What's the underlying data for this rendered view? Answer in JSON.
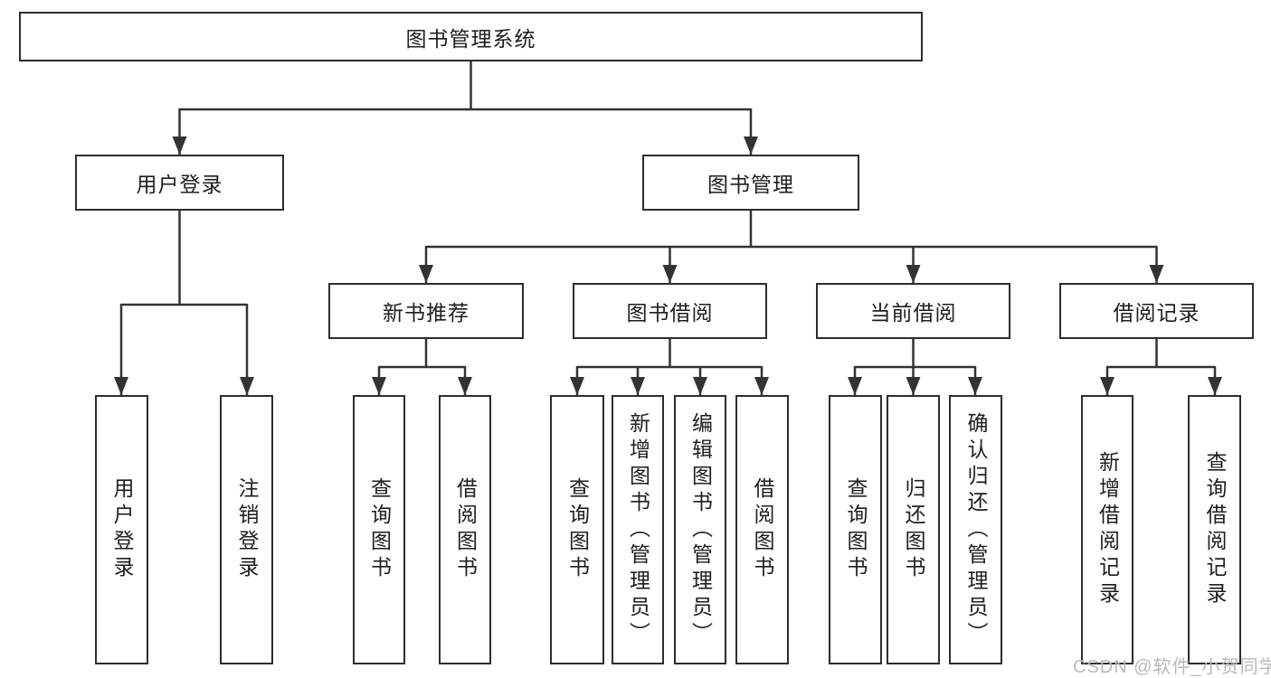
{
  "title": "图书管理系统",
  "watermark": "CSDN @软件_小贺同学",
  "colors": {
    "background": "#ffffff",
    "box_border": "#2d2d2d",
    "connector_line": "#333333",
    "text": "#1e1e1e",
    "watermark_text": "#b9b9b9"
  },
  "tree": {
    "root": {
      "label": "图书管理系统"
    },
    "branches": [
      {
        "label": "用户登录",
        "leaves": [
          {
            "label": "用户登录"
          },
          {
            "label": "注销登录"
          }
        ]
      },
      {
        "label": "图书管理",
        "groups": [
          {
            "label": "新书推荐",
            "leaves": [
              {
                "label": "查询图书"
              },
              {
                "label": "借阅图书"
              }
            ]
          },
          {
            "label": "图书借阅",
            "leaves": [
              {
                "label": "查询图书"
              },
              {
                "label": "新增图书（管理员）"
              },
              {
                "label": "编辑图书（管理员）"
              },
              {
                "label": "借阅图书"
              }
            ]
          },
          {
            "label": "当前借阅",
            "leaves": [
              {
                "label": "查询图书"
              },
              {
                "label": "归还图书"
              },
              {
                "label": "确认归还（管理员）"
              }
            ]
          },
          {
            "label": "借阅记录",
            "leaves": [
              {
                "label": "新增借阅记录"
              },
              {
                "label": "查询借阅记录"
              }
            ]
          }
        ]
      }
    ]
  }
}
